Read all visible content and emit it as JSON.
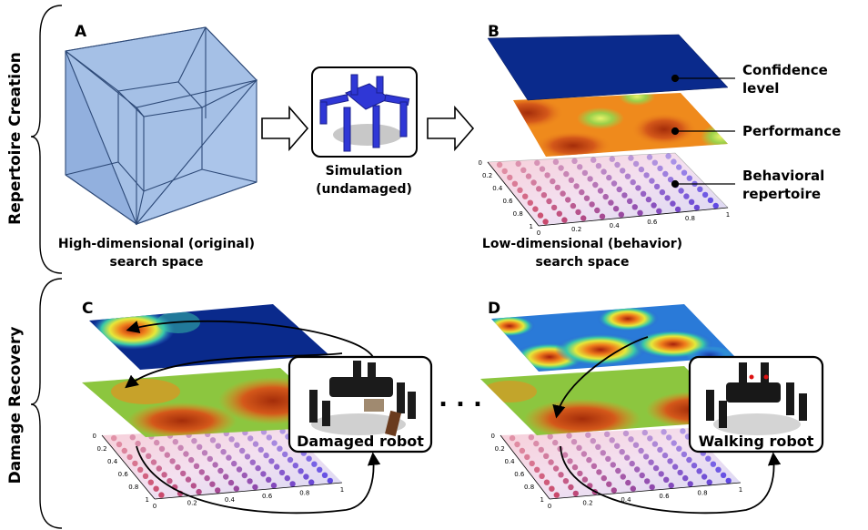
{
  "sections": {
    "top": "Repertoire Creation",
    "bottom": "Damage Recovery"
  },
  "panels": {
    "a": {
      "letter": "A",
      "caption_line1": "High-dimensional (original)",
      "caption_line2": "search space"
    },
    "sim": {
      "caption_line1": "Simulation",
      "caption_line2": "(undamaged)"
    },
    "b": {
      "letter": "B",
      "caption_line1": "Low-dimensional (behavior)",
      "caption_line2": "search space",
      "labels": {
        "confidence_1": "Confidence",
        "confidence_2": "level",
        "performance": "Performance",
        "behavioral_1": "Behavioral",
        "behavioral_2": "repertoire"
      }
    },
    "c": {
      "letter": "C",
      "robot_label": "Damaged robot"
    },
    "d": {
      "letter": "D",
      "robot_label": "Walking robot"
    },
    "ellipsis": ". . ."
  },
  "axis_ticks": {
    "left": [
      "0",
      "0.2",
      "0.4",
      "0.6",
      "0.8",
      "1"
    ],
    "front": [
      "0",
      "0.2",
      "0.4",
      "0.6",
      "0.8",
      "1"
    ]
  },
  "colors": {
    "cube_fill": "#8fb0e0",
    "cube_edge": "#2e4a78",
    "confidence_plane": "#0a2a8c",
    "performance_hot": "#c0390f",
    "performance_warm": "#ef8a1c",
    "performance_green": "#8cc63f",
    "robot_body": "#2f37d6"
  }
}
